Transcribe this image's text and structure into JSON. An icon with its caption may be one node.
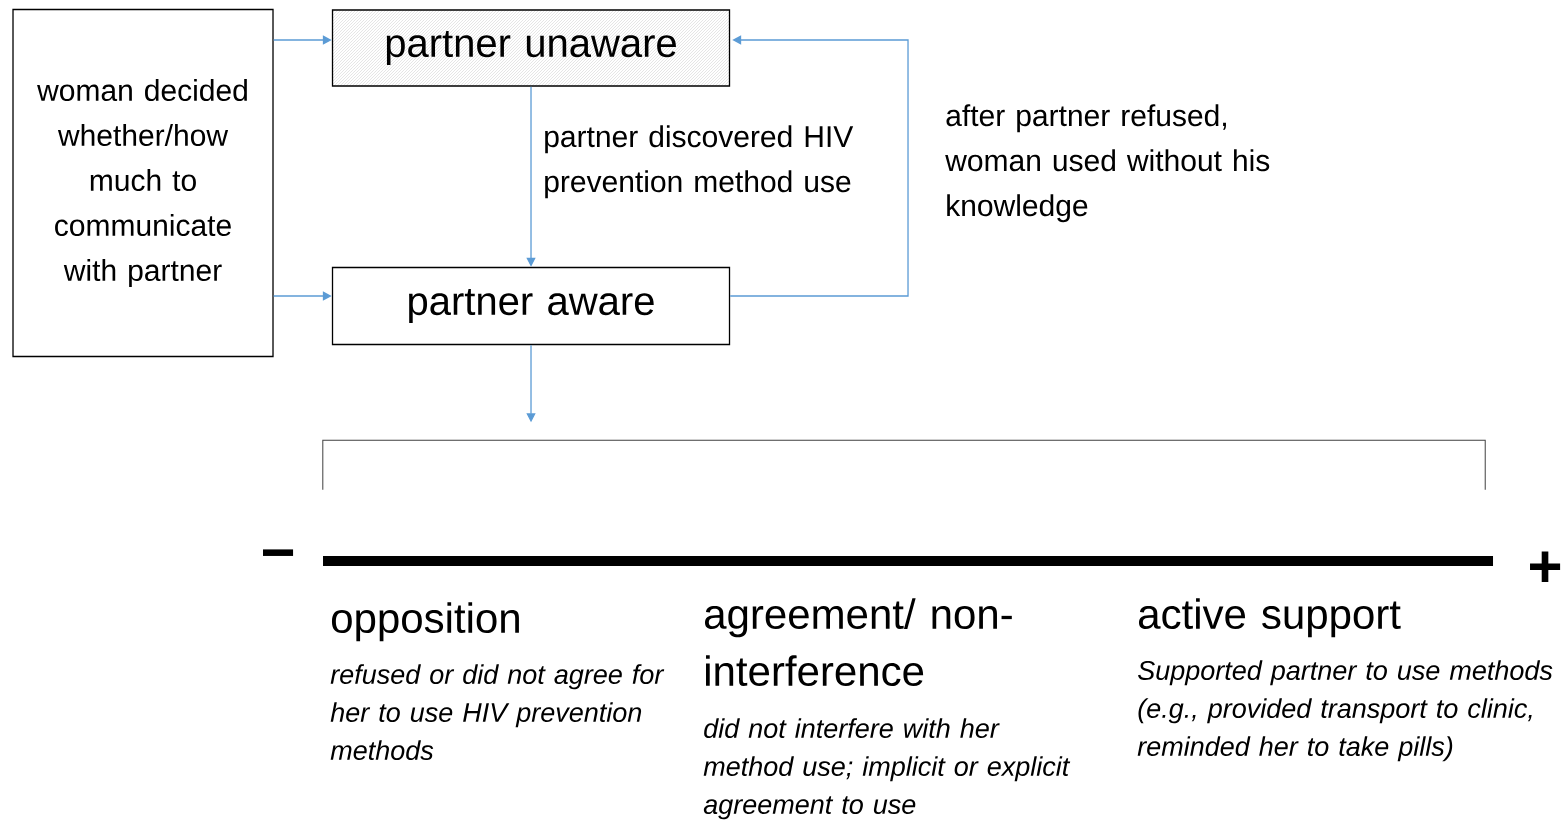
{
  "diagram": {
    "nodes": [
      {
        "text": [
          "woman decided whether/how much to communicate with partner"
        ]
      },
      {
        "text": [
          "partner unaware"
        ]
      },
      {
        "text": [
          "partner aware"
        ]
      },
      {
        "text": [],
        "shape": "bracket"
      }
    ],
    "edges": [
      {
        "from": 0,
        "to": 1,
        "arrow": "to"
      },
      {
        "from": 0,
        "to": 2,
        "arrow": "to"
      },
      {
        "from": 1,
        "to": 2,
        "arrow": "to",
        "label": "partner discovered HIV prevention method use"
      },
      {
        "from": 2,
        "to": 1,
        "arrow": "to",
        "label": "after partner refused, woman used without his knowledge"
      },
      {
        "from": 2,
        "to": 3,
        "arrow": "to"
      }
    ],
    "labels": [
      "−",
      "+",
      "opposition",
      "refused or did not agree for her to use HIV prevention methods",
      "agreement/ non-interference",
      "did not interfere with her method use; implicit or explicit agreement to use",
      "active support",
      "Supported partner to use methods (e.g., provided transport to clinic, reminded her to take pills)"
    ]
  }
}
